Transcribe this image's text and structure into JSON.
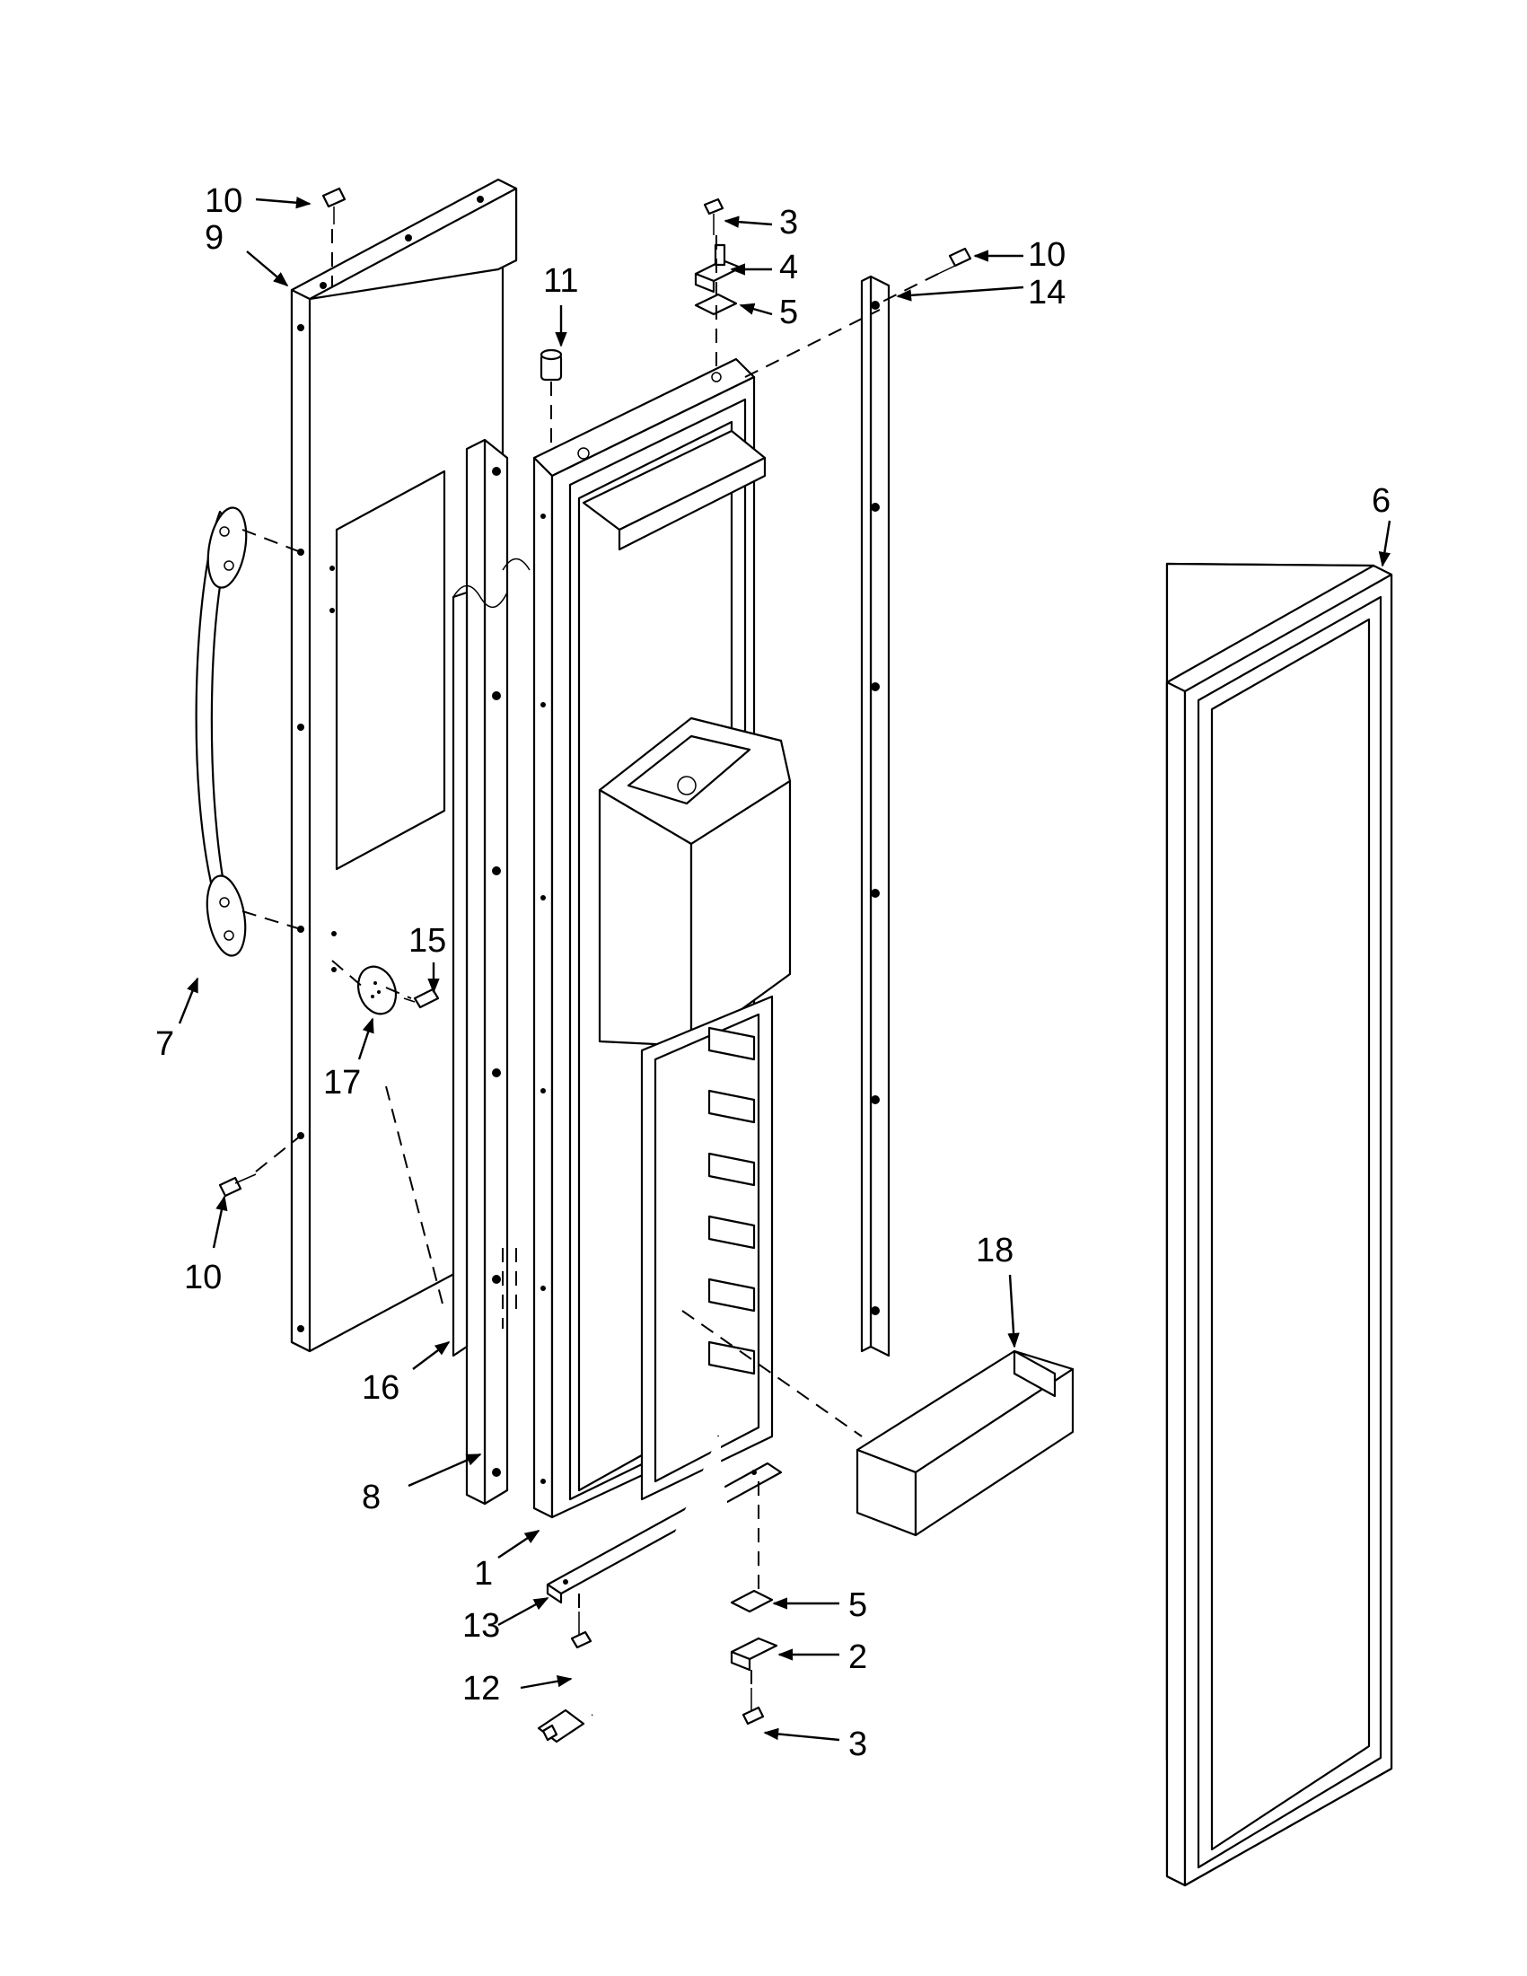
{
  "callouts": {
    "c1": "1",
    "c2": "2",
    "c3a": "3",
    "c3b": "3",
    "c4": "4",
    "c5a": "5",
    "c5b": "5",
    "c6": "6",
    "c7": "7",
    "c8": "8",
    "c9": "9",
    "c10a": "10",
    "c10b": "10",
    "c10c": "10",
    "c11": "11",
    "c12": "12",
    "c13": "13",
    "c14": "14",
    "c15": "15",
    "c16": "16",
    "c17": "17",
    "c18": "18"
  },
  "colors": {
    "ink": "#000000",
    "paper": "#ffffff"
  }
}
